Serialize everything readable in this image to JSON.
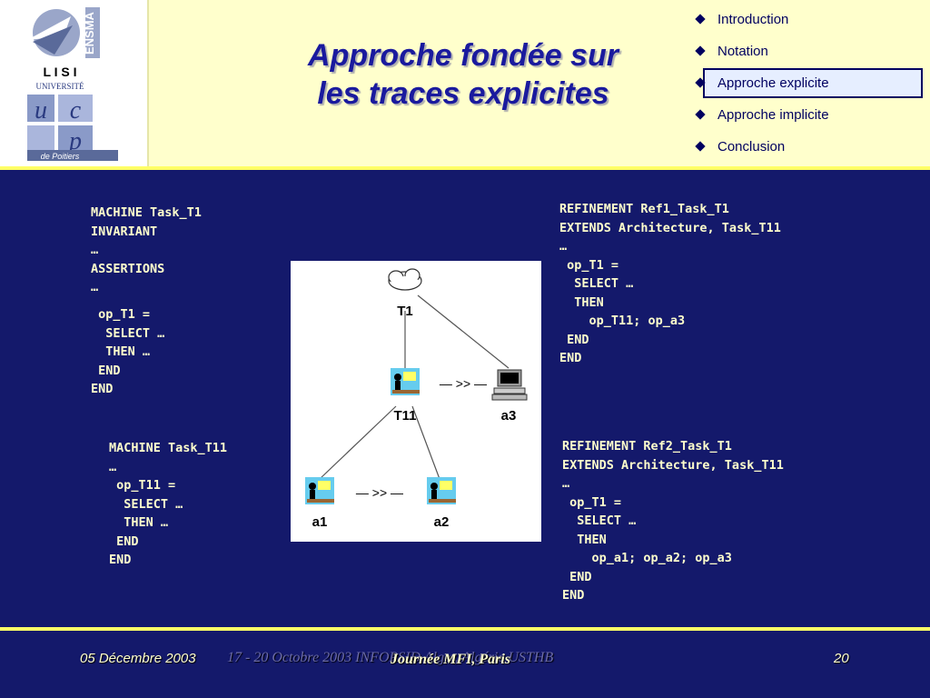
{
  "header": {
    "title_line1": "Approche fondée sur",
    "title_line2": "les traces explicites",
    "logo": {
      "lisi": "L I S I",
      "ensma": "ENSMA",
      "universite": "UNIVERSITÉ",
      "poitiers": "de Poitiers"
    }
  },
  "nav": {
    "items": [
      {
        "label": "Introduction",
        "active": false
      },
      {
        "label": "Notation",
        "active": false
      },
      {
        "label": "Approche explicite",
        "active": true
      },
      {
        "label": "Approche implicite",
        "active": false
      },
      {
        "label": "Conclusion",
        "active": false
      }
    ]
  },
  "code_blocks": {
    "machine_t1": "MACHINE Task_T1\nINVARIANT\n…\nASSERTIONS\n…",
    "machine_t1_op": " op_T1 =\n  SELECT …\n  THEN …\n END\nEND",
    "machine_t11": "MACHINE Task_T11\n…\n op_T11 =\n  SELECT …\n  THEN …\n END\nEND",
    "refinement1": "REFINEMENT Ref1_Task_T1\nEXTENDS Architecture, Task_T11\n…\n op_T1 =\n  SELECT …\n  THEN\n    op_T11; op_a3\n END\nEND",
    "refinement2": "REFINEMENT Ref2_Task_T1\nEXTENDS Architecture, Task_T11\n…\n op_T1 =\n  SELECT …\n  THEN\n    op_a1; op_a2; op_a3\n END\nEND"
  },
  "diagram": {
    "nodes": {
      "t1": "T1",
      "t11": "T11",
      "a1": "a1",
      "a2": "a2",
      "a3": "a3"
    },
    "operator_top": "— >> —",
    "operator_bottom": "— >> —"
  },
  "footer": {
    "date": "05  Décembre 2003",
    "event": "Journée MFI, Paris",
    "event_overlap": "17 - 20 Octobre 2003  INFORSID Alger, Algérie USTHB",
    "page": "20"
  },
  "colors": {
    "background": "#14196b",
    "header_bg": "#ffffcc",
    "accent_yellow": "#ffff66",
    "title": "#1a1a9e",
    "code_text": "#ffffcc"
  }
}
